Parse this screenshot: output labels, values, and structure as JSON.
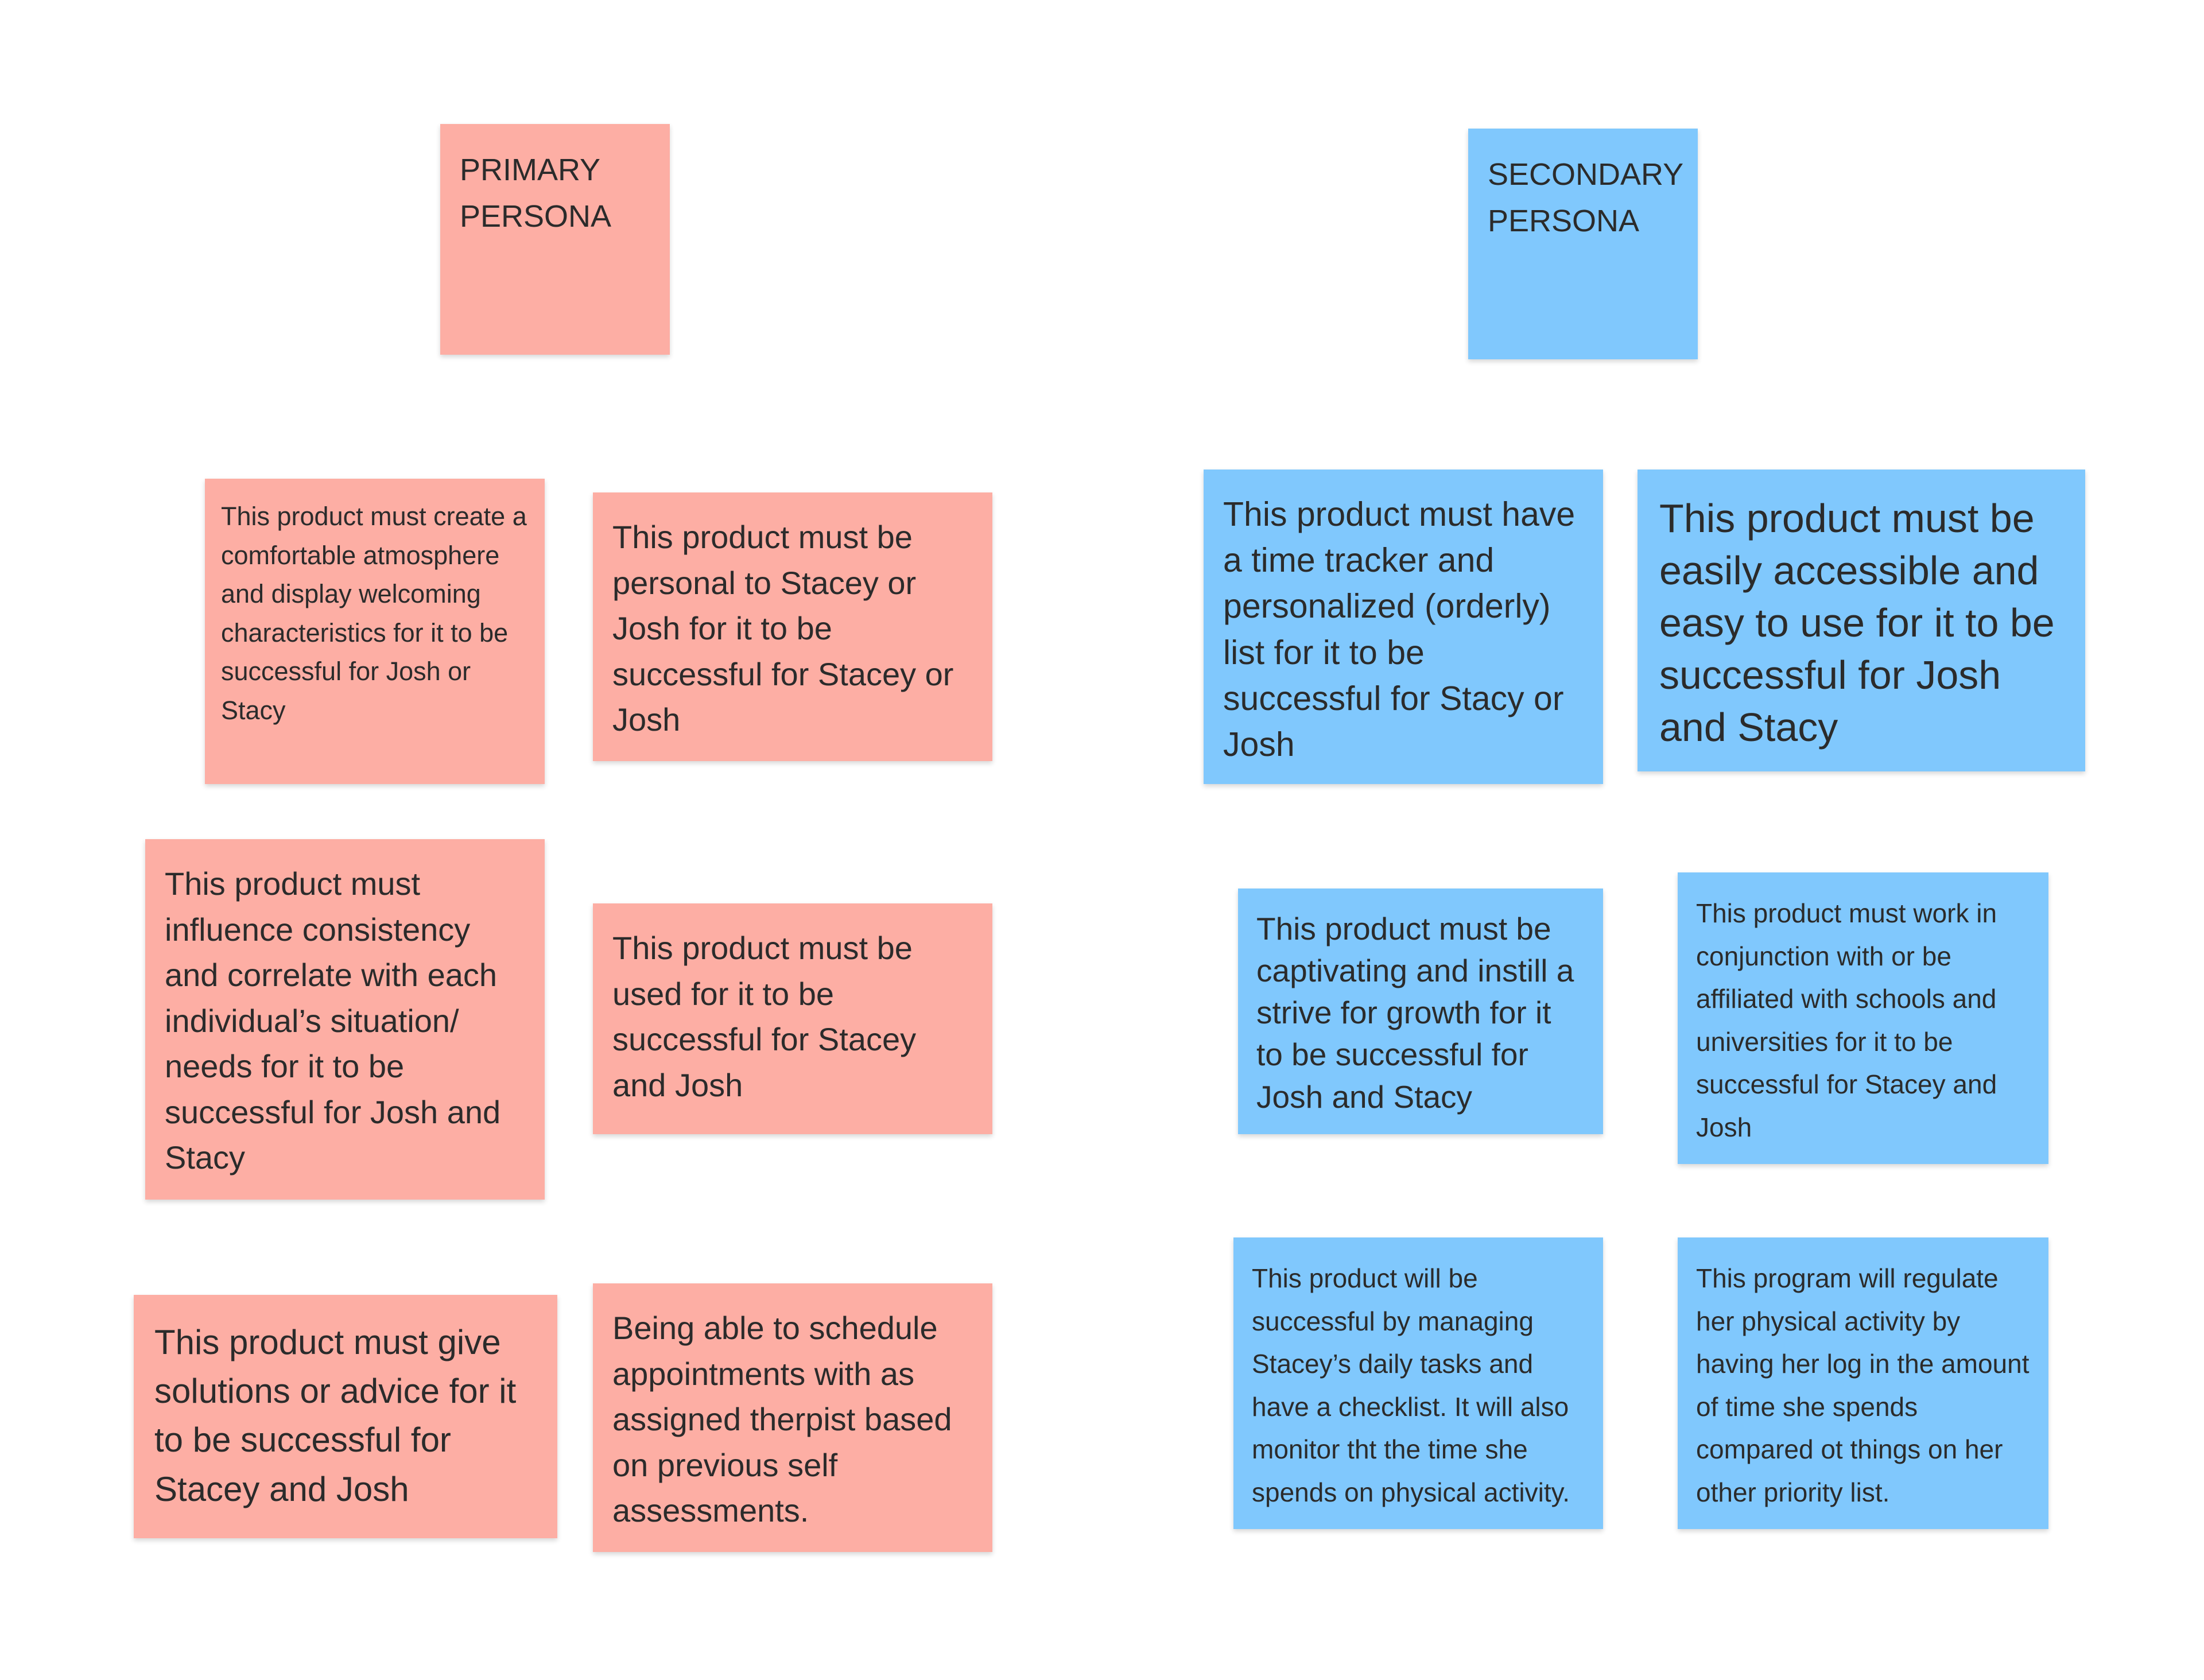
{
  "board": {
    "primary": {
      "header": "PRIMARY PERSONA",
      "notes": [
        "This product must create a comfortable atmosphere and display welcoming characteristics for it to be successful for Josh or Stacy",
        "This product must be personal to Stacey or Josh for it to be successful for Stacey or Josh",
        "This product must influence consistency and correlate with each individual’s situation/ needs for it to be successful for Josh and Stacy",
        "This product must be used for it to be successful for Stacey and Josh",
        "This product must give solutions or advice for it to be successful for Stacey and Josh",
        "Being able to schedule appointments with as assigned therpist based on previous self assessments."
      ]
    },
    "secondary": {
      "header": "SECONDARY PERSONA",
      "notes": [
        "This product must have a time tracker and personalized (orderly) list for it to be successful for Stacy or Josh",
        "This product must be easily accessible and easy to use for it to be successful for Josh and Stacy",
        "This product must be captivating and instill a strive for growth for it to be successful for Josh and Stacy",
        "This product must work in conjunction with or be affiliated with schools and universities for it to be successful for Stacey and Josh",
        "This product will be successful by managing Stacey’s daily tasks and have a checklist. It will also monitor tht the time she spends on physical activity.",
        "This program will regulate her physical activity by having her log in the amount of time she spends compared ot things on her other priority list."
      ]
    }
  },
  "colors": {
    "primary_note": "#fdaea4",
    "secondary_note": "#80c8fd",
    "background": "#ffffff",
    "text": "#2b2b2b"
  }
}
